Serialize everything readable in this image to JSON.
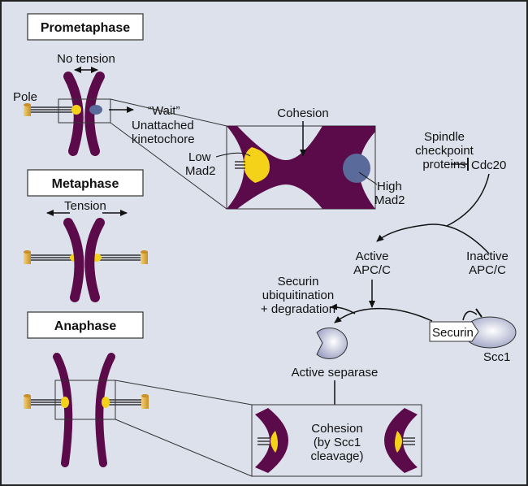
{
  "title": "Spindle checkpoint and anaphase onset",
  "colors": {
    "background": "#dde1ec",
    "chromosome": "#5c0b4a",
    "kinetochore_low": "#f5d21a",
    "mad2_high": "#5a6a9a",
    "pole": "#d9a63a",
    "separase": "#c8cbe0"
  },
  "phases": {
    "prometaphase": "Prometaphase",
    "metaphase": "Metaphase",
    "anaphase": "Anaphase"
  },
  "labels": {
    "no_tension": "No tension",
    "pole": "Pole",
    "wait": "“Wait”",
    "unattached_1": "Unattached",
    "unattached_2": "kinetochore",
    "tension": "Tension",
    "cohesion": "Cohesion",
    "low_1": "Low",
    "low_2": "Mad2",
    "high_1": "High",
    "high_2": "Mad2",
    "spindle_1": "Spindle",
    "spindle_2": "checkpoint",
    "spindle_3": "proteins",
    "cdc20": "Cdc20",
    "active_apc_1": "Active",
    "active_apc_2": "APC/C",
    "inactive_apc_1": "Inactive",
    "inactive_apc_2": "APC/C",
    "securin_deg_1": "Securin",
    "securin_deg_2": "ubiquitination",
    "securin_deg_3": "+ degradation",
    "securin": "Securin",
    "scc1": "Scc1",
    "active_separase": "Active separase",
    "cohesion_cleave_1": "Cohesion",
    "cohesion_cleave_2": "(by Scc1",
    "cohesion_cleave_3": "cleavage)"
  }
}
